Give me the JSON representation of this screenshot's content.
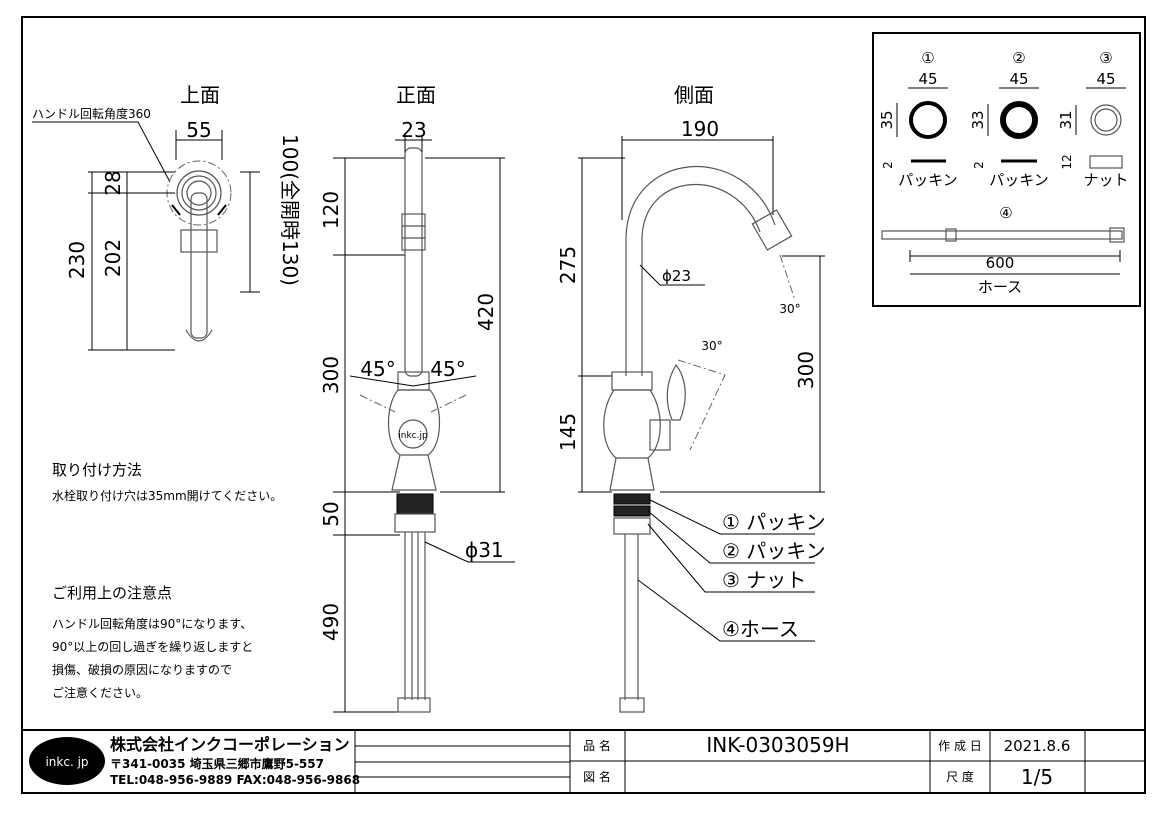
{
  "views": {
    "top": "上面",
    "front": "正面",
    "side": "側面"
  },
  "top_view": {
    "rotation_note": "ハンドル回転角度360",
    "dim_width": "55",
    "dim_28": "28",
    "dim_202": "202",
    "dim_230": "230",
    "dim_open": "100(全開時130)"
  },
  "front_view": {
    "dim_23": "23",
    "dim_120": "120",
    "dim_420": "420",
    "dim_300": "300",
    "dim_50": "50",
    "dim_490": "490",
    "angle_left": "45°",
    "angle_right": "45°",
    "logo": "inkc.jp",
    "phi31": "ϕ31"
  },
  "side_view": {
    "dim_190": "190",
    "dim_275": "275",
    "dim_145": "145",
    "dim_300": "300",
    "phi23": "ϕ23",
    "angle_30_top": "30°",
    "angle_30_spout": "30°"
  },
  "callouts": [
    "① パッキン",
    "② パッキン",
    "③ ナット",
    "④ホース"
  ],
  "parts_box": {
    "p1": {
      "num": "①",
      "w": "45",
      "h": "35",
      "t": "2",
      "name": "パッキン"
    },
    "p2": {
      "num": "②",
      "w": "45",
      "h": "33",
      "t": "2",
      "name": "パッキン"
    },
    "p3": {
      "num": "③",
      "w": "45",
      "h": "31",
      "t": "12",
      "name": "ナット"
    },
    "p4": {
      "num": "④",
      "len": "600",
      "name": "ホース"
    }
  },
  "install": {
    "heading": "取り付け方法",
    "text": "水栓取り付け穴は35mm開けてください。"
  },
  "notes": {
    "heading": "ご利用上の注意点",
    "lines": [
      "ハンドル回転角度は90°になります、",
      "90°以上の回し過ぎを繰り返しますと",
      "損傷、破損の原因になりますので",
      "ご注意ください。"
    ]
  },
  "title_block": {
    "logo": "inkc. jp",
    "company": "株式会社インクコーポレーション",
    "address": "〒341-0035 埼玉県三郷市鷹野5-557",
    "tel": "TEL:048-956-9889 FAX:048-956-9868",
    "label_product": "品 名",
    "label_drawing": "図 名",
    "product": "INK-0303059H",
    "label_date": "作 成 日",
    "date": "2021.8.6",
    "label_scale": "尺 度",
    "scale": "1/5"
  }
}
